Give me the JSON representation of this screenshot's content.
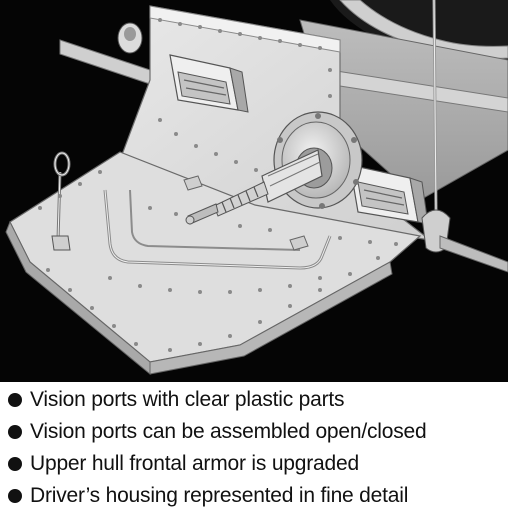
{
  "image": {
    "subject": "hull-front-armor-render",
    "background_color": "#050505",
    "hull_color": "#d9d9d9",
    "edge_color": "#7a7a7a"
  },
  "features": [
    {
      "text": "Vision ports with clear plastic parts",
      "icon": "bullet-icon"
    },
    {
      "text": "Vision ports can be assembled open/closed",
      "icon": "bullet-icon"
    },
    {
      "text": "Upper hull frontal armor is upgraded",
      "icon": "bullet-icon"
    },
    {
      "text": "Driver’s housing represented in fine detail",
      "icon": "bullet-icon"
    }
  ]
}
